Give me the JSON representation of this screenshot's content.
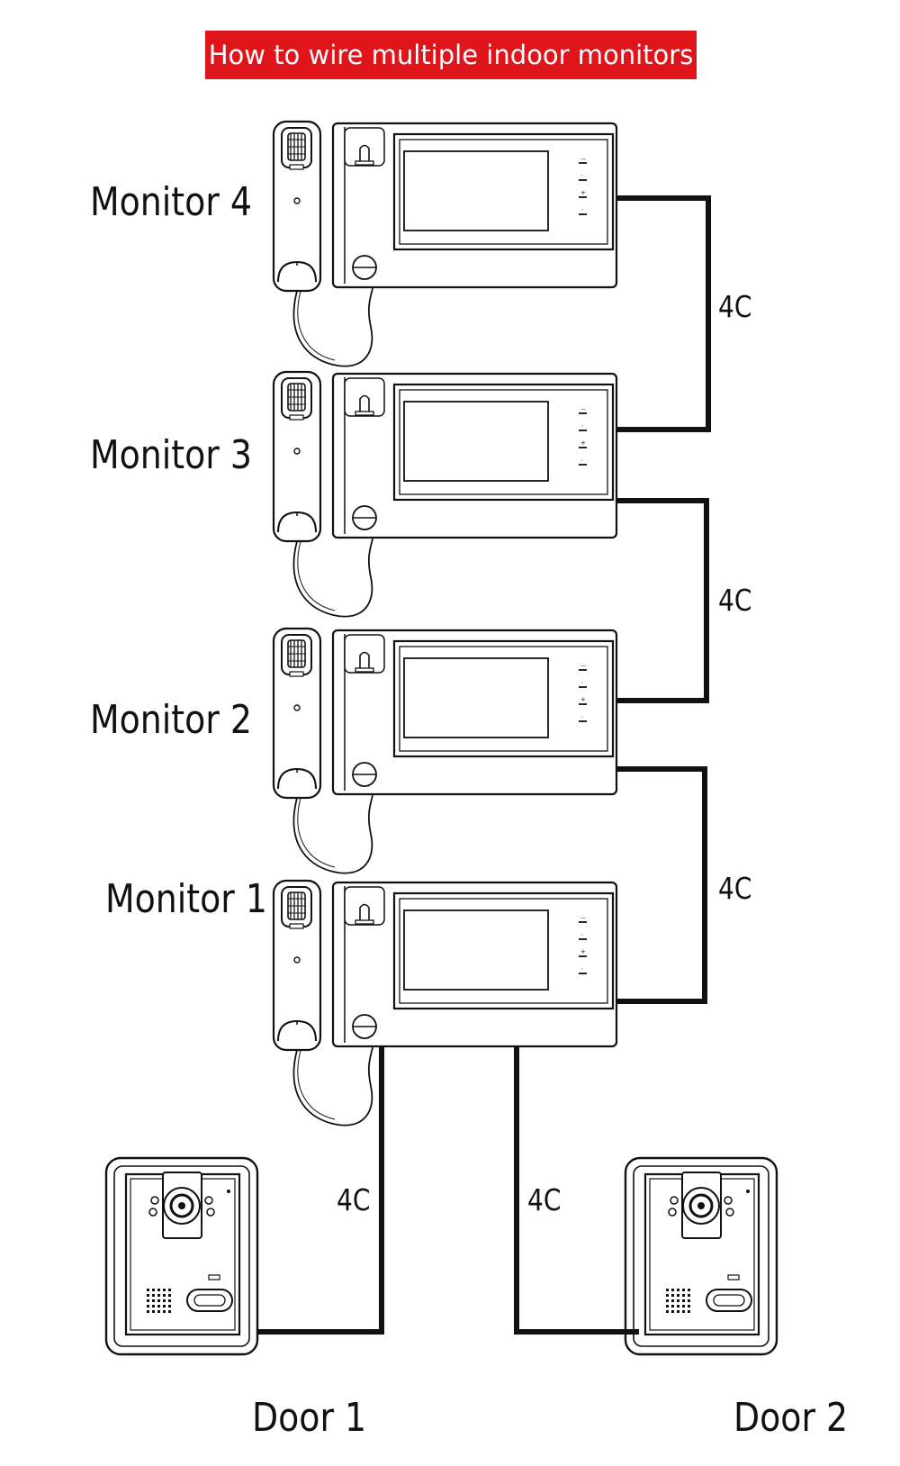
{
  "title": "How to wire multiple indoor monitors",
  "colors": {
    "title_background": "#e0151b",
    "title_text": "#ffffff",
    "line": "#111111",
    "wire": "#111111"
  },
  "monitors": [
    {
      "label": "Monitor 4"
    },
    {
      "label": "Monitor 3"
    },
    {
      "label": "Monitor 2"
    },
    {
      "label": "Monitor 1"
    }
  ],
  "doors": [
    {
      "label": "Door 1"
    },
    {
      "label": "Door 2"
    }
  ],
  "wires": [
    {
      "label": "4C"
    },
    {
      "label": "4C"
    },
    {
      "label": "4C"
    },
    {
      "label": "4C"
    },
    {
      "label": "4C"
    }
  ]
}
